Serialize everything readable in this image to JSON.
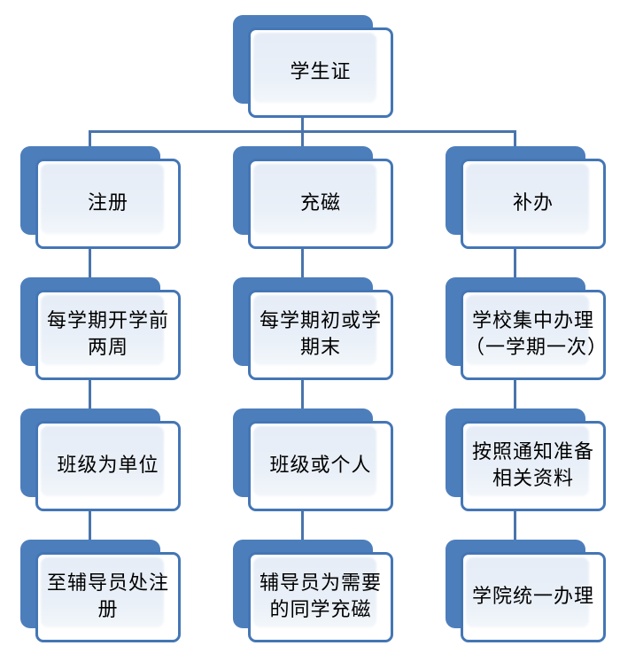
{
  "diagram": {
    "type": "hierarchy-flowchart",
    "root": {
      "text": "学生证",
      "lines": [
        "学生证"
      ]
    },
    "columns": [
      {
        "branch": {
          "text": "注册",
          "lines": [
            "注册"
          ]
        },
        "steps": [
          {
            "text": "每学期开学前两周",
            "lines": [
              "每学期开学前",
              "两周"
            ]
          },
          {
            "text": "班级为单位",
            "lines": [
              "班级为单位"
            ]
          },
          {
            "text": "至辅导员处注册",
            "lines": [
              "至辅导员处注",
              "册"
            ]
          }
        ]
      },
      {
        "branch": {
          "text": "充磁",
          "lines": [
            "充磁"
          ]
        },
        "steps": [
          {
            "text": "每学期初或学期末",
            "lines": [
              "每学期初或学",
              "期末"
            ]
          },
          {
            "text": "班级或个人",
            "lines": [
              "班级或个人"
            ]
          },
          {
            "text": "辅导员为需要的同学充磁",
            "lines": [
              "辅导员为需要",
              "的同学充磁"
            ]
          }
        ]
      },
      {
        "branch": {
          "text": "补办",
          "lines": [
            "补办"
          ]
        },
        "steps": [
          {
            "text": "学校集中办理（一学期一次）",
            "lines": [
              "学校集中办理",
              "（一学期一次）"
            ]
          },
          {
            "text": "按照通知准备相关资料",
            "lines": [
              "按照通知准备",
              "相关资料"
            ]
          },
          {
            "text": "学院统一办理",
            "lines": [
              "学院统一办理"
            ]
          }
        ]
      }
    ],
    "colors": {
      "shape_shadow_fill": "#4d7ebc",
      "shape_border": "#4476b5",
      "shape_face_light_fill": "#e8eef8",
      "connector_line": "#4a74ab",
      "text": "#000000",
      "background": "#ffffff"
    }
  }
}
